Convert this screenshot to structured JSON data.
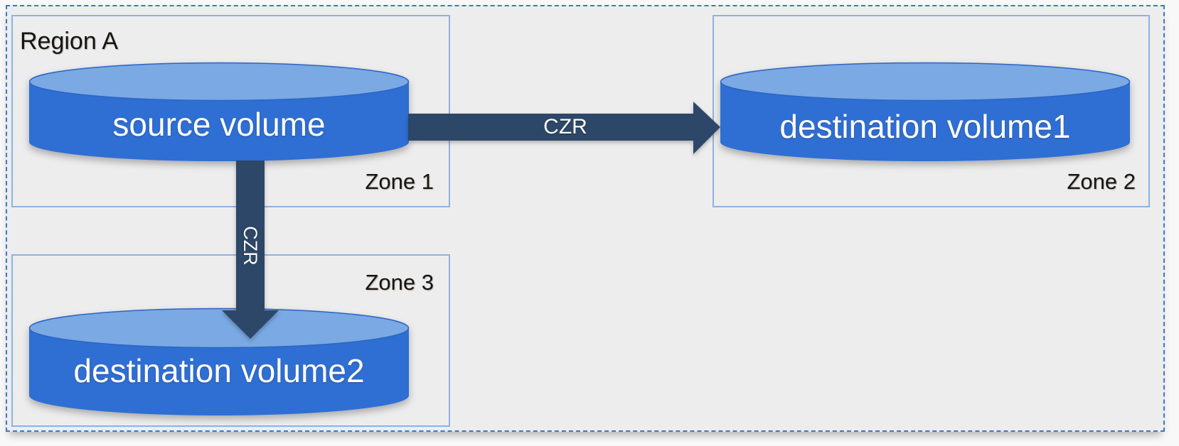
{
  "diagram": {
    "region": {
      "label": "Region A"
    },
    "zones": {
      "zone1": {
        "label": "Zone 1"
      },
      "zone2": {
        "label": "Zone 2"
      },
      "zone3": {
        "label": "Zone 3"
      }
    },
    "volumes": {
      "source": {
        "label": "source volume",
        "zone": "Zone 1"
      },
      "destination1": {
        "label": "destination volume1",
        "zone": "Zone 2"
      },
      "destination2": {
        "label": "destination volume2",
        "zone": "Zone 3"
      }
    },
    "arrows": {
      "horizontal": {
        "label": "CZR",
        "direction": "right",
        "from": "source volume",
        "to": "destination volume1"
      },
      "vertical": {
        "label": "CZR",
        "direction": "down",
        "from": "source volume",
        "to": "destination volume2"
      }
    },
    "colors": {
      "page_bg": "#f8f8f8",
      "canvas_bg": "#ededee",
      "frame_border": "#3f76c6",
      "zone_border": "#8fb2de",
      "cylinder_body": "#2f6fd3",
      "cylinder_top": "#7aa9e3",
      "cylinder_edge": "#2c64c2",
      "arrow": "#2d4768",
      "label_text": "#151515",
      "volume_text": "#ffffff"
    }
  }
}
